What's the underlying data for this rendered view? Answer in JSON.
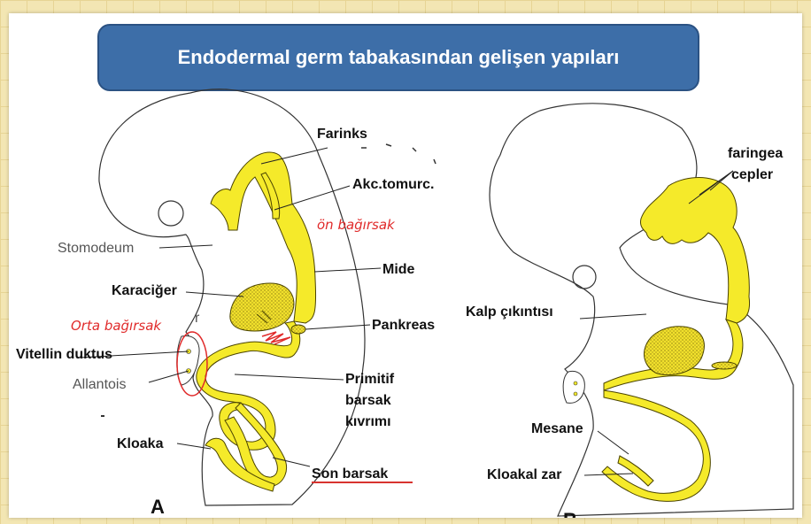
{
  "title": "Endodermal germ tabakasından gelişen yapıları",
  "colors": {
    "background": "#f3e6b3",
    "title_box": "#3d6ea8",
    "gut_yellow": "#f5ea2a",
    "annotation_red": "#e02a2a"
  },
  "panel_a": {
    "letter": "A",
    "labels": {
      "farinks": "Farinks",
      "akc": "Akc.tomurc.",
      "stomodeum": "Stomodeum",
      "mide": "Mide",
      "karaciger": "Karaciğer",
      "pankreas": "Pankreas",
      "vitellin": "Vitellin duktus",
      "allantois": "Allantois",
      "primitif_1": "Primitif",
      "primitif_2": "barsak",
      "primitif_3": "kıvrımı",
      "kloaka": "Kloaka",
      "son_barsak": "Son barsak",
      "r": "r"
    },
    "handwritten": {
      "on_bagirsak": "ön bağırsak",
      "orta_bagirsak": "Orta bağırsak"
    }
  },
  "panel_b": {
    "letter": "B",
    "labels": {
      "faringeal_1": "faringea",
      "faringeal_2": "cepler",
      "kalp": "Kalp çıkıntısı",
      "mesane": "Mesane",
      "kloakal": "Kloakal zar"
    }
  }
}
